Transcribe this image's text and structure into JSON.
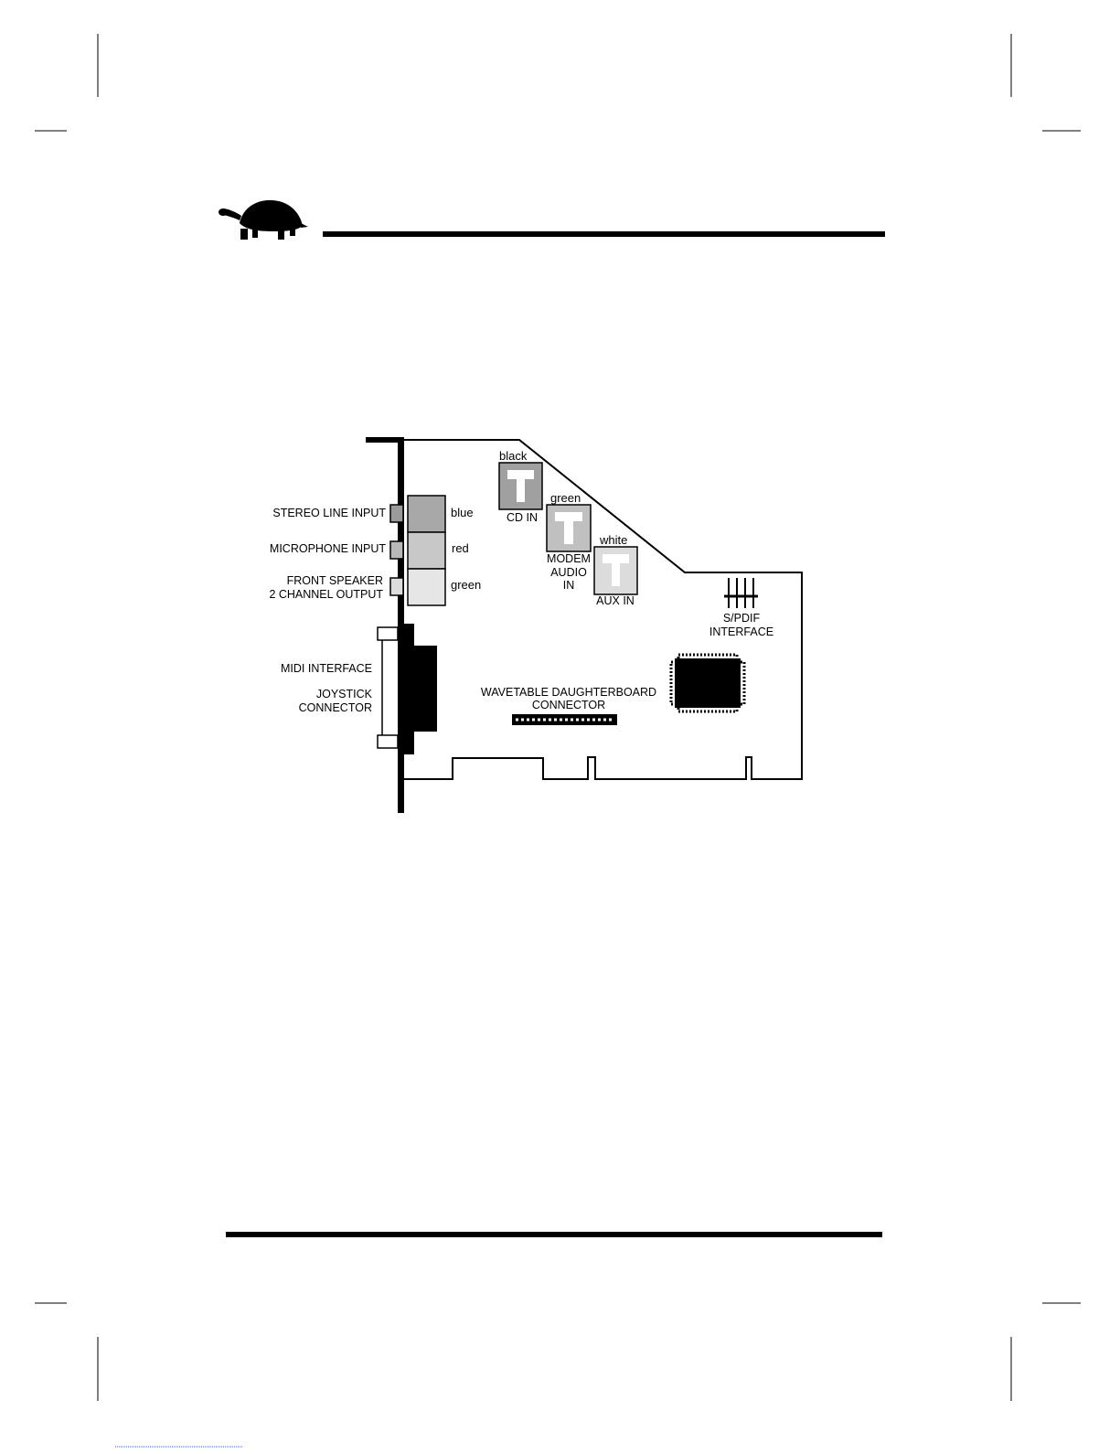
{
  "diagram": {
    "labels": {
      "stereo_line_input": "STEREO LINE INPUT",
      "microphone_input": "MICROPHONE INPUT",
      "front_speaker": "FRONT SPEAKER",
      "two_channel_output": "2 CHANNEL OUTPUT",
      "midi_interface": "MIDI INTERFACE",
      "joystick": "JOYSTICK",
      "connector": "CONNECTOR",
      "jack_blue": "blue",
      "jack_red": "red",
      "jack_green": "green",
      "cd_color": "black",
      "cd_in": "CD IN",
      "modem_color": "green",
      "modem_1": "MODEM",
      "modem_2": "AUDIO",
      "modem_3": "IN",
      "aux_color": "white",
      "aux_in": "AUX IN",
      "spdif_1": "S/PDIF",
      "spdif_2": "INTERFACE",
      "wavetable_1": "WAVETABLE DAUGHTERBOARD",
      "wavetable_2": "CONNECTOR"
    },
    "colors": {
      "jack_blue_fill": "#a8a8a8",
      "jack_red_fill": "#c8c8c8",
      "jack_green_fill": "#e4e4e4",
      "cd_fill": "#a0a0a0",
      "modem_fill": "#c0c0c0",
      "aux_fill": "#dcdcdc",
      "ink": "#000000"
    }
  }
}
